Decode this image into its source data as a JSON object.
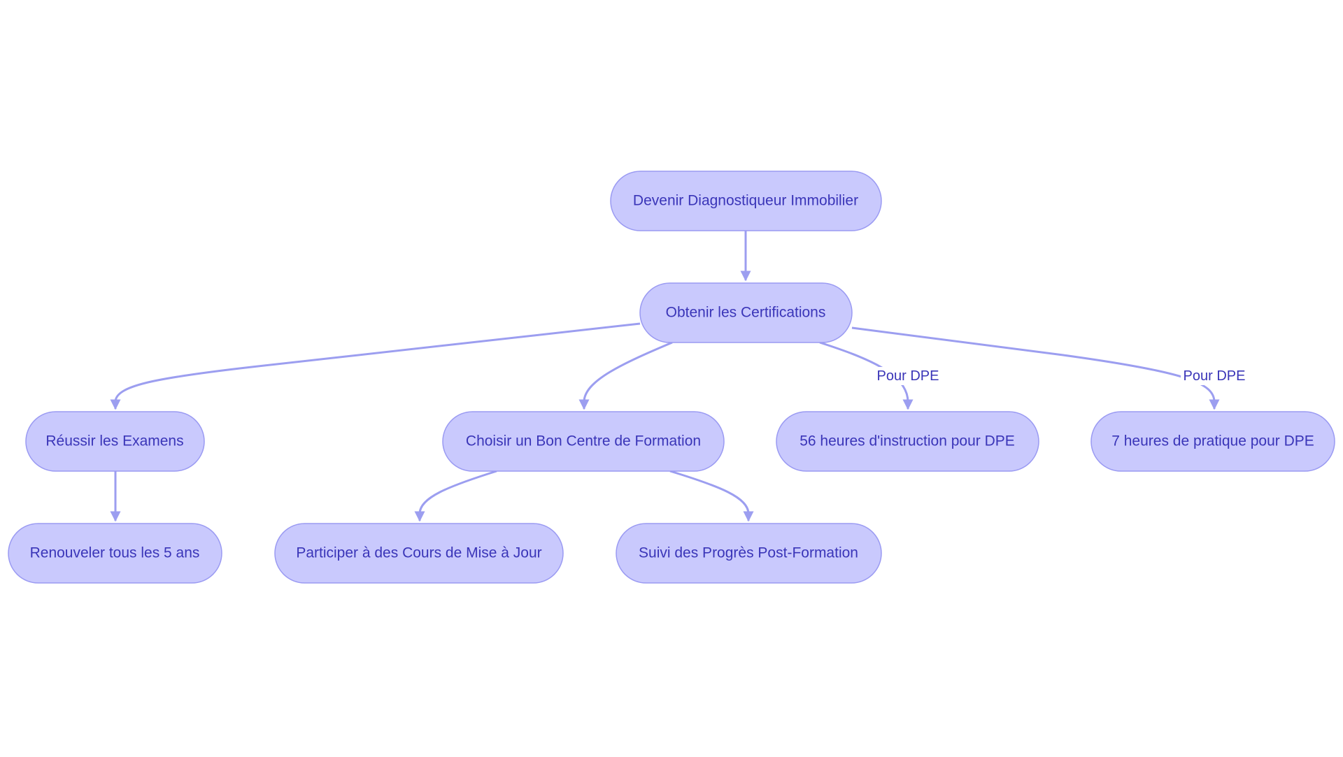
{
  "diagram": {
    "colors": {
      "node_fill": "#c9c9fd",
      "node_stroke": "#9a9af2",
      "edge": "#9c9ef0",
      "text": "#3a35b8"
    },
    "nodes": {
      "root": "Devenir Diagnostiqueur Immobilier",
      "certifications": "Obtenir les Certifications",
      "exams": "Réussir les Examens",
      "center": "Choisir un Bon Centre de Formation",
      "hours56": "56 heures d'instruction pour DPE",
      "hours7": "7 heures de pratique pour DPE",
      "renew": "Renouveler tous les 5 ans",
      "courses": "Participer à des Cours de Mise à Jour",
      "progress": "Suivi des Progrès Post-Formation"
    },
    "edge_labels": {
      "dpe_1": "Pour DPE",
      "dpe_2": "Pour DPE"
    }
  }
}
